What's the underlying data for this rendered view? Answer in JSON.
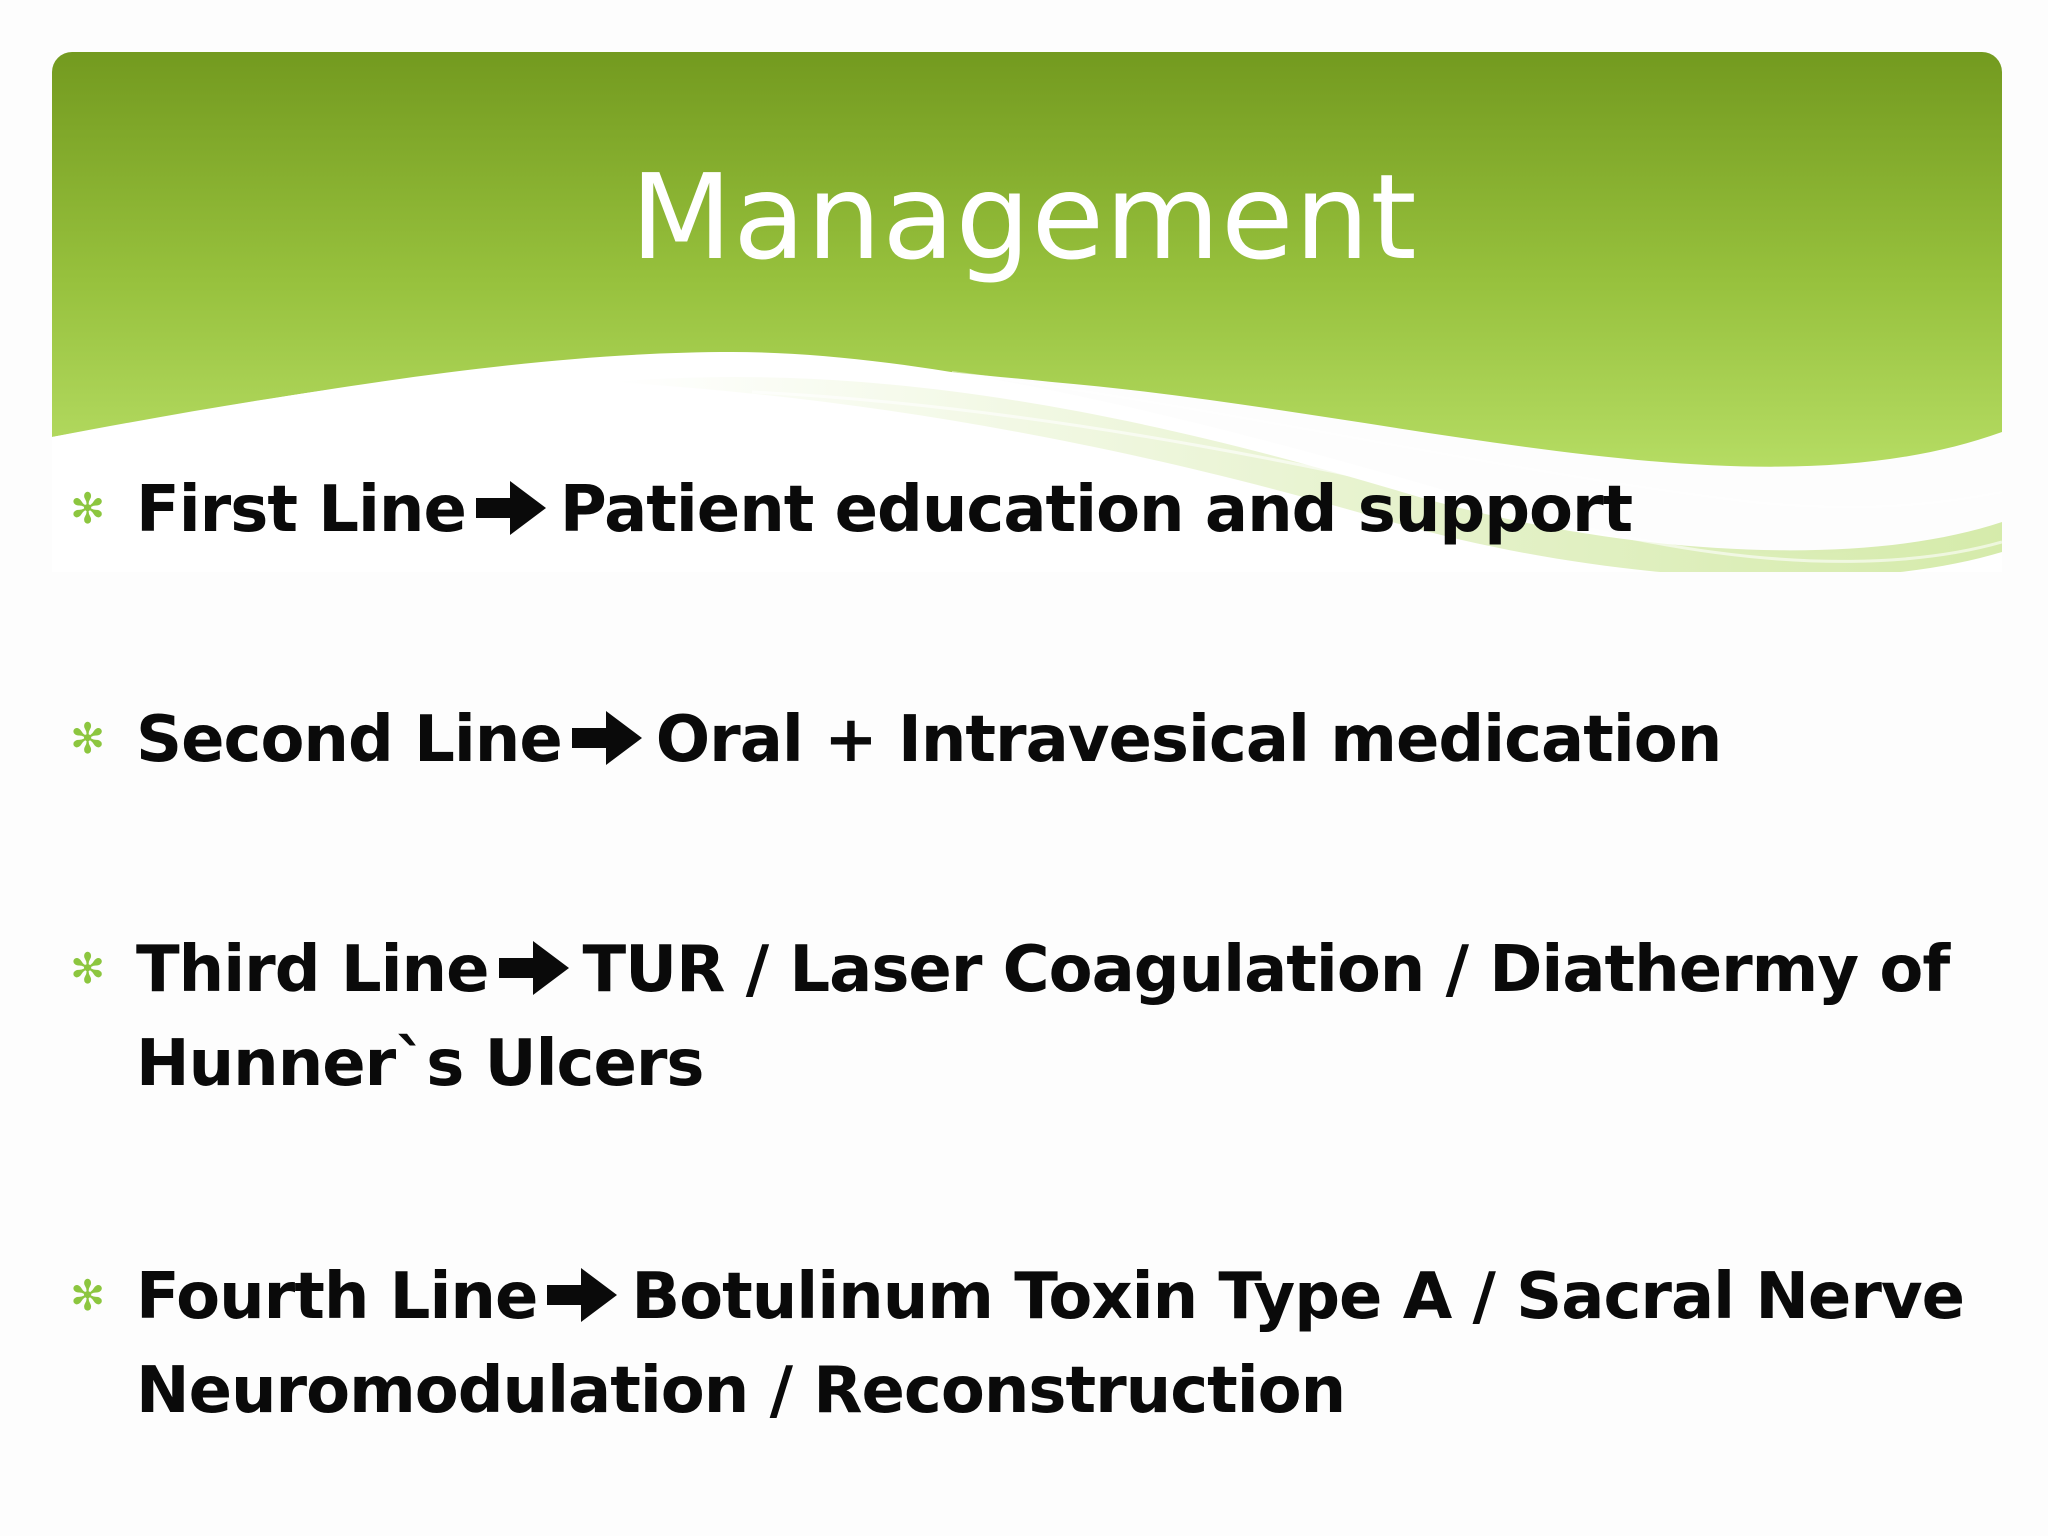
{
  "slide": {
    "title": "Management",
    "colors": {
      "header_dark": "#739a1f",
      "header_light": "#a9d451",
      "bullet": "#8cc63f",
      "text": "#0a0a0a"
    },
    "bullet_icon": "asterisk-bullet-icon",
    "arrow_icon": "bold-right-arrow-icon",
    "items": [
      {
        "label": "First Line",
        "detail": "Patient education and support"
      },
      {
        "label": "Second Line",
        "detail": "Oral + Intravesical medication"
      },
      {
        "label": "Third Line",
        "detail": "TUR / Laser Coagulation / Diathermy of Hunner`s Ulcers"
      },
      {
        "label": "Fourth Line",
        "detail": "Botulinum Toxin Type A / Sacral Nerve Neuromodulation / Reconstruction"
      }
    ]
  }
}
